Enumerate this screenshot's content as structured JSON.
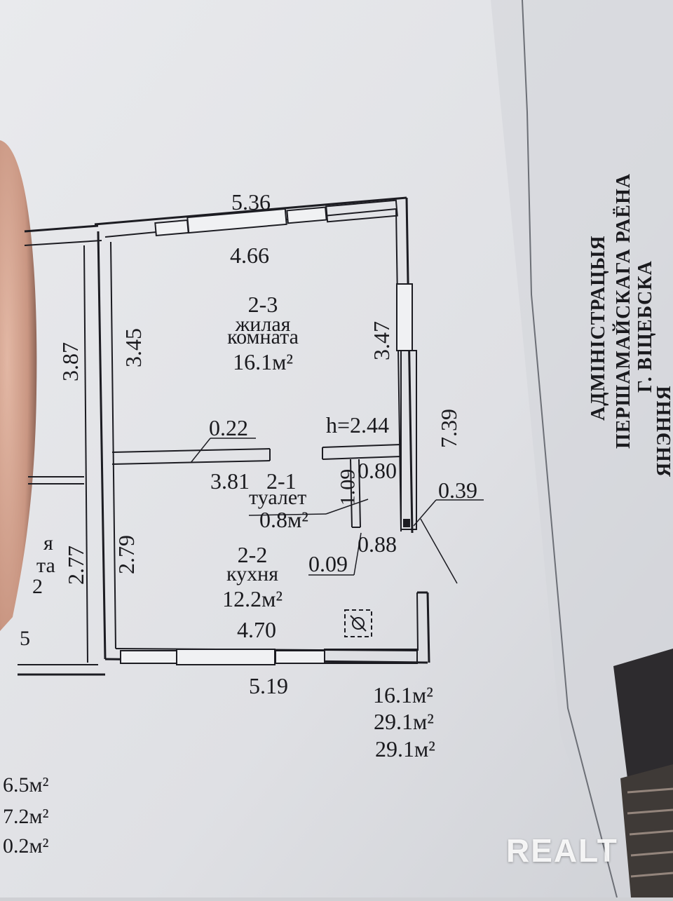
{
  "plan": {
    "width_outer_top": "5.36",
    "width_inner_top": "4.66",
    "room_2_3": {
      "number": "2-3",
      "name_line1": "жилая",
      "name_line2": "комната",
      "area": "16.1м²"
    },
    "left_height_room": "3.45",
    "right_height_room": "3.47",
    "outer_left_height": "3.87",
    "partition_thickness": "0.22",
    "ceiling_height": "h=2.44",
    "outer_right_length": "7.39",
    "room_2_1": {
      "number": "2-1",
      "name": "туалет",
      "area": "0.8м²"
    },
    "toilet_width_top": "0.80",
    "toilet_length": "1.09",
    "wall_width_right": "0.39",
    "partition_length": "3.81",
    "toilet_width_bottom": "0.88",
    "toilet_wall": "0.09",
    "room_2_2": {
      "number": "2-2",
      "name": "кухня",
      "area": "12.2м²"
    },
    "left_height_kitchen": "2.79",
    "neighbor_height": "2.77",
    "width_inner_bottom": "4.70",
    "width_outer_bottom": "5.19",
    "neighbor_label_fragment1": "я",
    "neighbor_label_fragment2": "та",
    "neighbor_label_fragment3": "2",
    "neighbor_label_fragment4": "5"
  },
  "totals": [
    "16.1м²",
    "29.1м²",
    "29.1м²"
  ],
  "left_totals": [
    "6.5м²",
    "7.2м²",
    "0.2м²"
  ],
  "stamp": {
    "line1": "АДМІНІСТРАЦЫЯ",
    "line2": "ПЕРШАМАЙСКАГА РАЁНА",
    "line3": "Г. ВІЦЕБСКА",
    "line4": "ЯНЭННЯ"
  },
  "watermark": "REALT"
}
